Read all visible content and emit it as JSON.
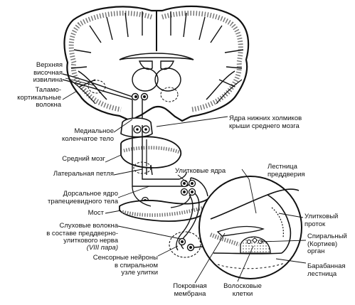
{
  "labels": {
    "upper_temporal_gyrus": "Верхняя\nвисочная\nизвилина",
    "thalamocortical_fibers": "Таламо-\nкортикальные\nволокна",
    "medial_geniculate_body": "Медиальное\nколенчатое тело",
    "inferior_colliculus_nuclei": "Ядра нижних холмиков\nкрыши среднего мозга",
    "midbrain": "Средний мозг",
    "lateral_lemniscus": "Латеральная петля",
    "cochlear_nuclei": "Улитковые ядра",
    "scala_vestibuli": "Лестница\nпреддверия",
    "dorsal_trapezoid_nucleus": "Дорсальное ядро\nтрапециевидного тела",
    "pons": "Мост",
    "cochlear_duct": "Улитковый\nпроток",
    "auditory_fibers": "Слуховые волокна\nв составе преддверно-\nулиткового нерва",
    "nerve_pair": "(VIII пара)",
    "spiral_organ": "Спиральный\n(Кортиев)\nорган",
    "sensory_neurons": "Сенсорные нейроны\nв спиральном\nузле улитки",
    "tectorial_membrane": "Покровная\nмембрана",
    "hair_cells": "Волосковые\nклетки",
    "scala_tympani": "Барабанная\nлестница"
  }
}
